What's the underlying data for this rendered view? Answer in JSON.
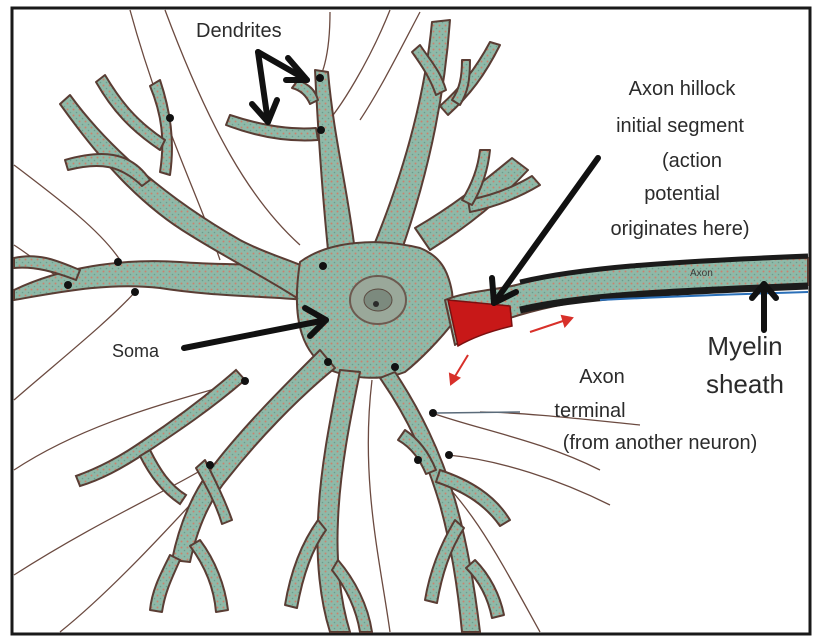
{
  "colors": {
    "background": "#ffffff",
    "frame": "#1a1a1a",
    "cell_fill": "#8fb9a8",
    "cell_outline": "#5a3d34",
    "nucleus": "#8a9a8c",
    "axon_hillock": "#c81818",
    "myelin": "#1b1b1b",
    "arrow": "#111111",
    "small_arrow": "#d8302a",
    "synapse_dot": "#111111"
  },
  "labels": {
    "dendrites": "Dendrites",
    "axon_hillock": [
      "Axon hillock",
      "initial segment",
      "(action",
      "potential",
      "originates here)"
    ],
    "soma": "Soma",
    "axon": "Axon",
    "myelin": [
      "Myelin",
      "sheath"
    ],
    "axon_terminal": [
      "Axon",
      "terminal",
      "(from another neuron)"
    ]
  }
}
